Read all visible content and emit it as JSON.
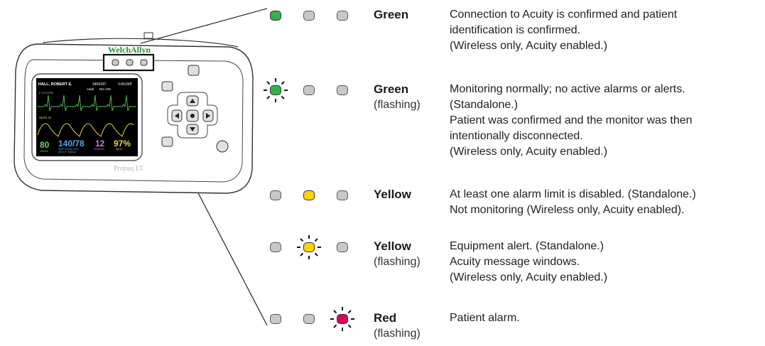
{
  "device": {
    "brand": "WelchAllyn",
    "model": "Propaq LT",
    "screen": {
      "patient_name": "HALL, ROBERT E.",
      "patient_id": "3456187",
      "time": "3:40:04P",
      "patient_type": "Adult",
      "bed": "Rm 239",
      "ecg_label": "II  1mV/div",
      "spo2_label": "SpO2  2x",
      "hr_value": "80",
      "hr_label": "HR/min",
      "nibp_value": "140/78",
      "nibp_label1": "NIBP mmHg (103)",
      "nibp_label2": "@3:47P  Manual",
      "resp_value": "12",
      "resp_label": "Resp/min",
      "spo2_value": "97%",
      "spo2_value_label": "SpO2"
    }
  },
  "rows": [
    {
      "leds": [
        "green",
        "off",
        "off"
      ],
      "flashing_led": -1,
      "color": "Green",
      "state": "",
      "lines": [
        "Connection to Acuity is confirmed and patient",
        "identification is confirmed.",
        "(Wireless only, Acuity enabled.)"
      ]
    },
    {
      "leds": [
        "green",
        "off",
        "off"
      ],
      "flashing_led": 0,
      "color": "Green",
      "state": "(flashing)",
      "lines": [
        "Monitoring normally; no active alarms or alerts.",
        "(Standalone.)",
        "Patient was confirmed and the monitor was then",
        "intentionally disconnected.",
        "(Wireless only, Acuity enabled.)"
      ]
    },
    {
      "leds": [
        "off",
        "yellow",
        "off"
      ],
      "flashing_led": -1,
      "color": "Yellow",
      "state": "",
      "lines": [
        "At least one alarm limit is disabled. (Standalone.)",
        "Not monitoring (Wireless only, Acuity enabled)."
      ]
    },
    {
      "leds": [
        "off",
        "yellow",
        "off"
      ],
      "flashing_led": 1,
      "color": "Yellow",
      "state": "(flashing)",
      "lines": [
        "Equipment alert. (Standalone.)",
        "Acuity message windows.",
        "(Wireless only, Acuity enabled.)"
      ]
    },
    {
      "leds": [
        "off",
        "off",
        "red"
      ],
      "flashing_led": 2,
      "color": "Red",
      "state": "(flashing)",
      "lines": [
        "Patient alarm."
      ]
    }
  ]
}
